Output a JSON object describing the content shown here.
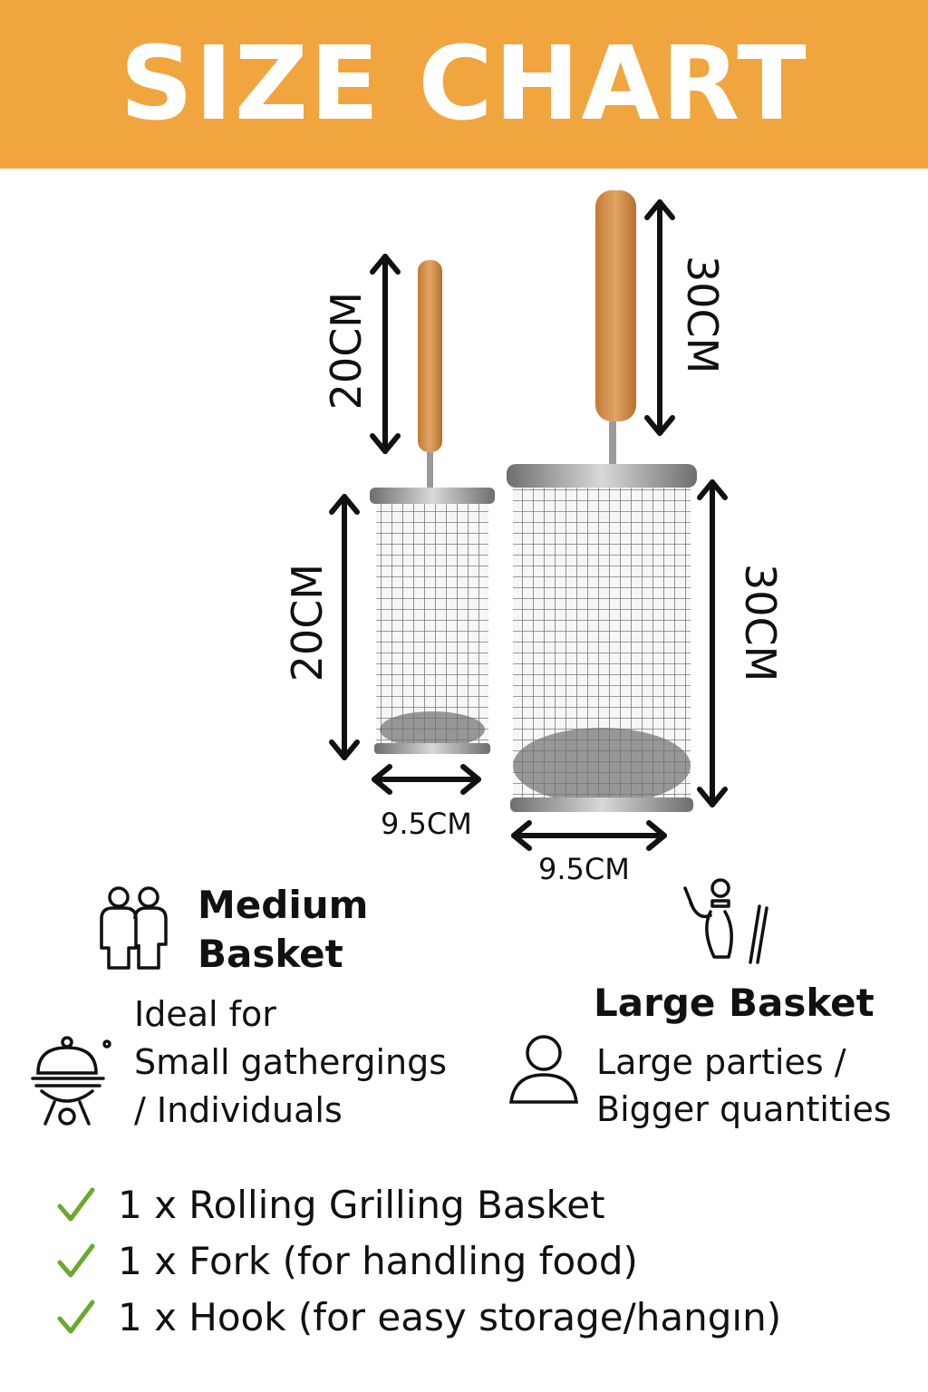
{
  "header": {
    "title": "SIZE CHART"
  },
  "medium": {
    "handle_length": "20CM",
    "basket_height": "20CM",
    "width": "9.5CM",
    "title_line1": "Medium",
    "title_line2": "Basket",
    "desc_line1": "Ideal for",
    "desc_line2": "Small gathergings",
    "desc_line3": "/ Individuals",
    "icons": [
      "people-icon",
      "grill-icon"
    ]
  },
  "large": {
    "handle_length": "30CM",
    "basket_height": "30CM",
    "width": "9.5CM",
    "title": "Large Basket",
    "desc_line1": "Large parties /",
    "desc_line2": "Bigger quantities",
    "icons": [
      "person-with-tool-icon",
      "person-icon"
    ]
  },
  "includes": [
    {
      "text": "1 x Rolling Grilling Basket"
    },
    {
      "text": "1 x Fork (for handling food)"
    },
    {
      "text": "1 x Hook (for easy storage/hangın)"
    }
  ],
  "colors": {
    "banner": "#f0a53e",
    "check": "#6aa82f",
    "wood": "#d6914c",
    "steel": "#8a8a8a"
  }
}
